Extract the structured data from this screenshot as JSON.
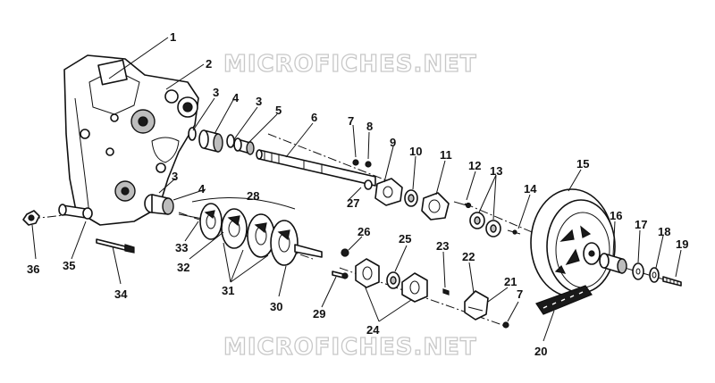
{
  "watermarks": [
    "MICROFICHES.NET",
    "MICROFICHES.NET"
  ],
  "callouts": [
    "1",
    "2",
    "3",
    "4",
    "3",
    "5",
    "6",
    "7",
    "8",
    "9",
    "10",
    "11",
    "12",
    "13",
    "14",
    "15",
    "3",
    "4",
    "28",
    "27",
    "16",
    "17",
    "18",
    "19",
    "36",
    "35",
    "34",
    "33",
    "32",
    "31",
    "30",
    "26",
    "25",
    "23",
    "22",
    "21",
    "7",
    "29",
    "24",
    "20"
  ]
}
